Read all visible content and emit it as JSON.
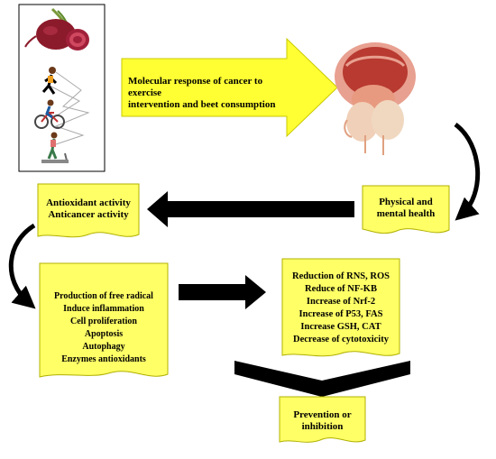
{
  "main_arrow": {
    "line1": "Molecular response of cancer to exercise",
    "line2": "intervention and beet consumption"
  },
  "physical_box": {
    "line1": "Physical and",
    "line2": "mental health"
  },
  "antioxidant_box": {
    "line1": "Antioxidant activity",
    "line2": "Anticancer activity"
  },
  "production_box": {
    "items": [
      "Production of free radical",
      "Induce inflammation",
      "Cell proliferation",
      "Apoptosis",
      "Autophagy",
      "Enzymes antioxidants"
    ]
  },
  "reduction_box": {
    "items": [
      "Reduction of RNS, ROS",
      "Reduce of NF-KB",
      "Increase of Nrf-2",
      "Increase of P53, FAS",
      "Increase GSH, CAT",
      "Decrease of cytotoxicity"
    ]
  },
  "prevention_box": {
    "line1": "Prevention or",
    "line2": "inhibition"
  },
  "colors": {
    "box_fill": "#ffff66",
    "arrow_fill": "#ffff33",
    "dark_arrow": "#000000"
  },
  "icons": [
    "beetroot-icon",
    "runner-icon",
    "cyclist-icon",
    "treadmill-icon",
    "prostate-organ-icon"
  ]
}
